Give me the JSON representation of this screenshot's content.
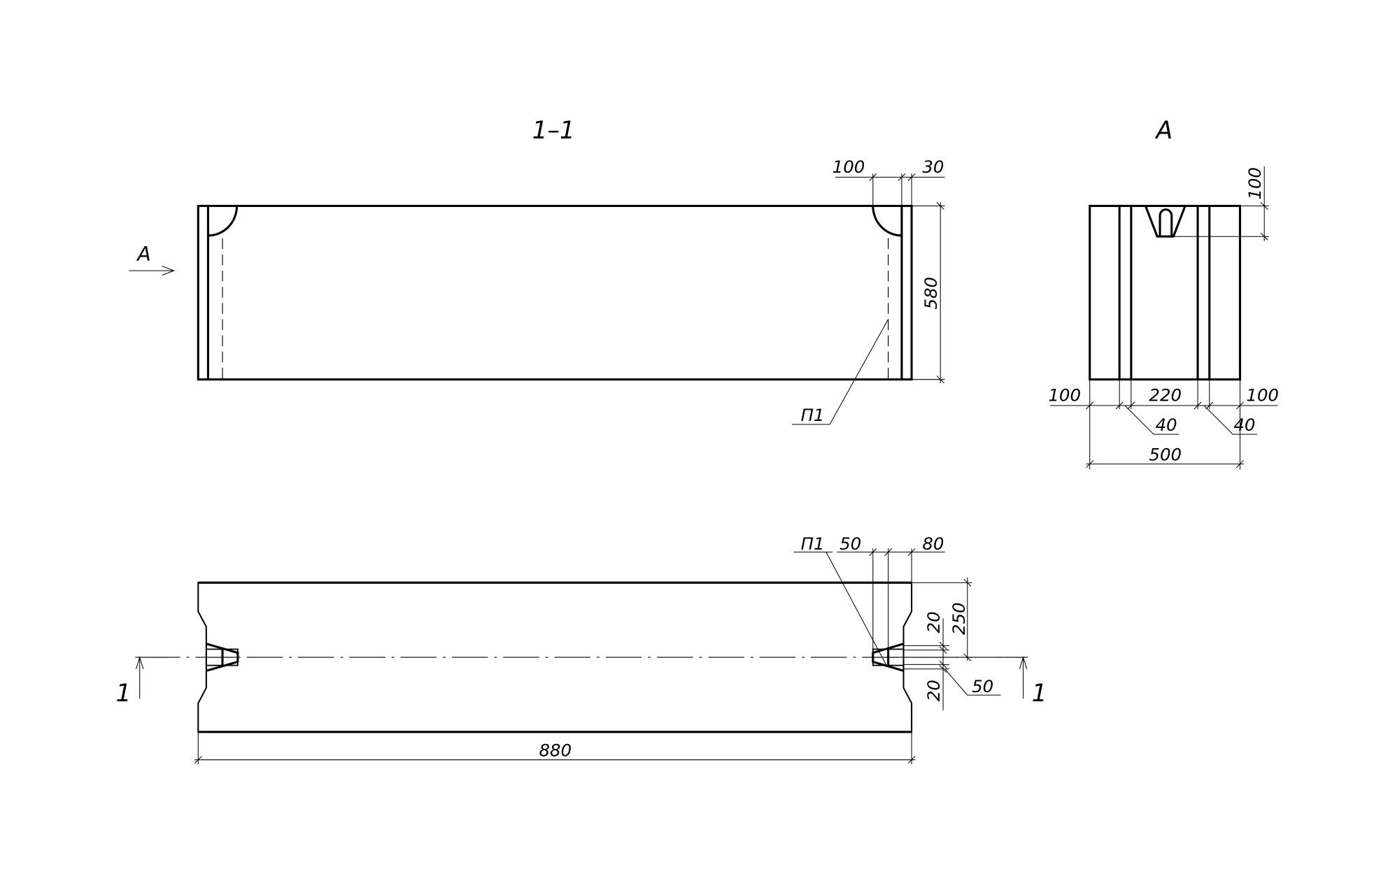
{
  "views": {
    "section_title": "1–1",
    "view_a_title": "А",
    "view_a_arrow_label": "А",
    "section_mark_left": "1",
    "section_mark_right": "1"
  },
  "section_dims": {
    "d100": "100",
    "d30": "30",
    "d580": "580",
    "leader_p1": "П1"
  },
  "view_a_dims": {
    "d100_top": "100",
    "d100_left": "100",
    "d220": "220",
    "d100_right": "100",
    "d40_left": "40",
    "d40_right": "40",
    "d500": "500"
  },
  "plan_dims": {
    "leader_p1": "П1",
    "d50": "50",
    "d80": "80",
    "d250": "250",
    "d20_top": "20",
    "d20_bottom": "20",
    "d50_leader": "50",
    "d880": "880"
  }
}
